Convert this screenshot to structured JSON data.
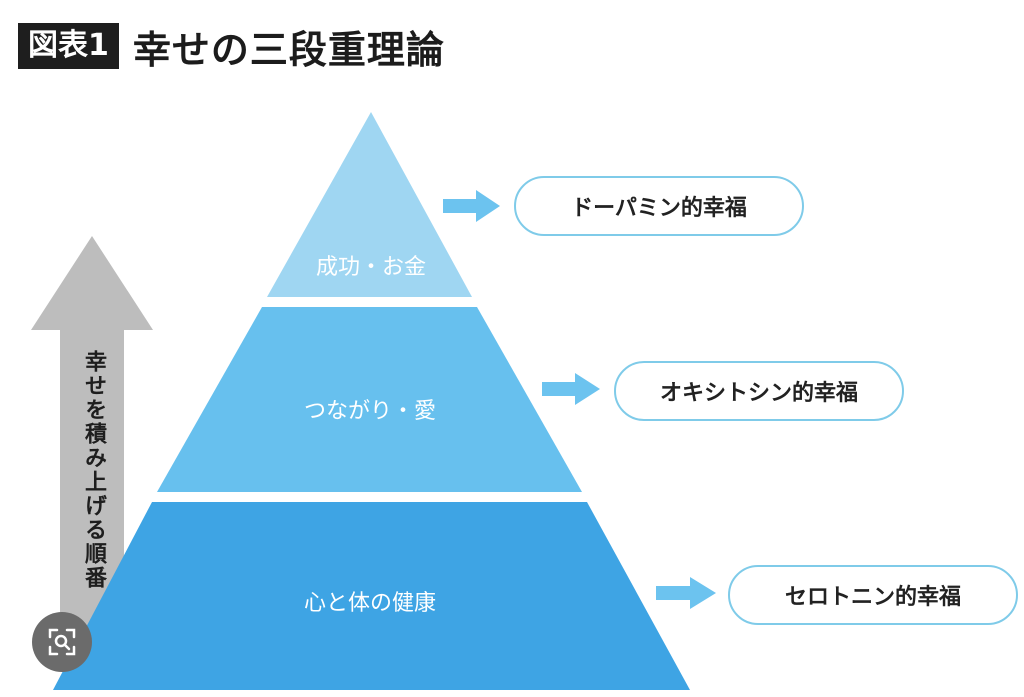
{
  "header": {
    "tag": "図表1",
    "title": "幸せの三段重理論"
  },
  "pyramid": {
    "tiers": [
      {
        "label": "成功・お金",
        "color": "#9fd6f2"
      },
      {
        "label": "つながり・愛",
        "color": "#67c0ee"
      },
      {
        "label": "心と体の健康",
        "color": "#3ea4e4"
      }
    ]
  },
  "outcomes": [
    "ドーパミン的幸福",
    "オキシトシン的幸福",
    "セロトニン的幸福"
  ],
  "side_arrow": {
    "label": "幸せを積み上げる順番",
    "color": "#bdbdbd"
  },
  "colors": {
    "connector_arrow": "#6cc3ef",
    "pill_border": "#7fcbe9"
  },
  "icons": {
    "lens": "image-search-icon"
  }
}
